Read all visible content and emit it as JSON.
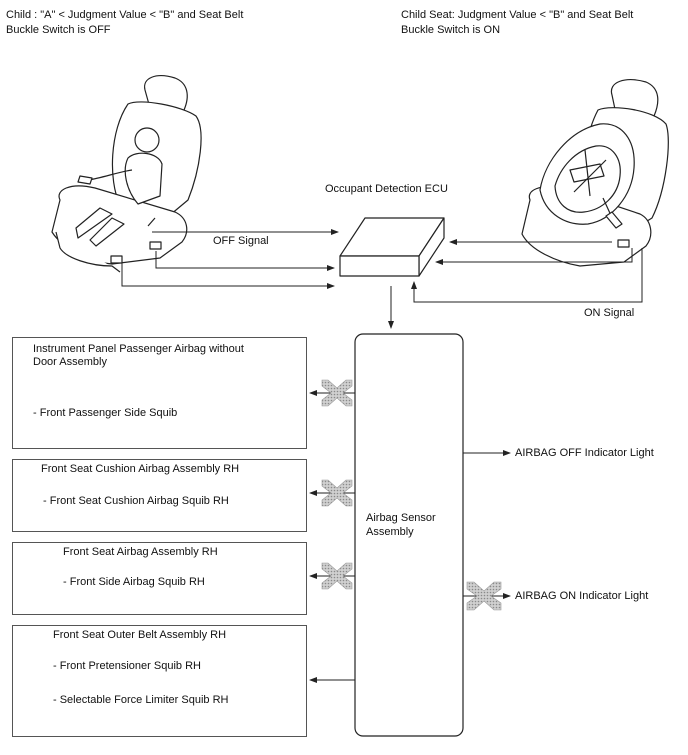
{
  "top": {
    "left_caption_line1": "Child : \"A\" < Judgment Value < \"B\" and Seat Belt",
    "left_caption_line2": "Buckle Switch is OFF",
    "right_caption_line1": "Child Seat: Judgment Value < \"B\" and Seat Belt",
    "right_caption_line2": "Buckle Switch is ON"
  },
  "ecu": {
    "label": "Occupant Detection ECU"
  },
  "signals": {
    "off": "OFF Signal",
    "on": "ON Signal"
  },
  "sensor": {
    "label_line1": "Airbag Sensor",
    "label_line2": "Assembly"
  },
  "boxes": [
    {
      "title_line1": "Instrument Panel Passenger Airbag without",
      "title_line2": "Door Assembly",
      "items": [
        "- Front Passenger Side Squib"
      ]
    },
    {
      "title_line1": "Front Seat Cushion Airbag Assembly RH",
      "items": [
        "- Front Seat Cushion Airbag Squib RH"
      ]
    },
    {
      "title_line1": "Front Seat Airbag Assembly RH",
      "items": [
        "- Front Side Airbag Squib RH"
      ]
    },
    {
      "title_line1": "Front Seat Outer Belt Assembly RH",
      "items": [
        "- Front Pretensioner Squib RH",
        "- Selectable Force Limiter Squib RH"
      ]
    }
  ],
  "indicators": {
    "off": "AIRBAG OFF Indicator Light",
    "on": "AIRBAG ON Indicator Light"
  },
  "colors": {
    "line": "#222222",
    "cross": "#b5b5b5"
  }
}
